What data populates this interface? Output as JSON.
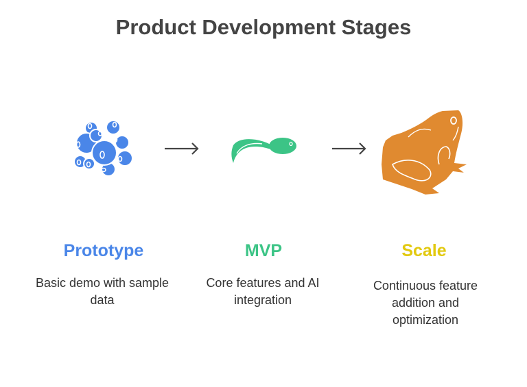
{
  "title": "Product Development Stages",
  "stages": [
    {
      "title": "Prototype",
      "description": "Basic demo with sample data",
      "color": "#4a86e8",
      "icon": "frog-eggs-icon"
    },
    {
      "title": "MVP",
      "description": "Core features and AI integration",
      "color": "#3cc486",
      "icon": "tadpole-icon"
    },
    {
      "title": "Scale",
      "description": "Continuous feature addition and optimization",
      "color": "#e2c90f",
      "icon": "frog-icon"
    }
  ],
  "colors": {
    "arrow": "#444444",
    "frog": "#e08a30"
  }
}
